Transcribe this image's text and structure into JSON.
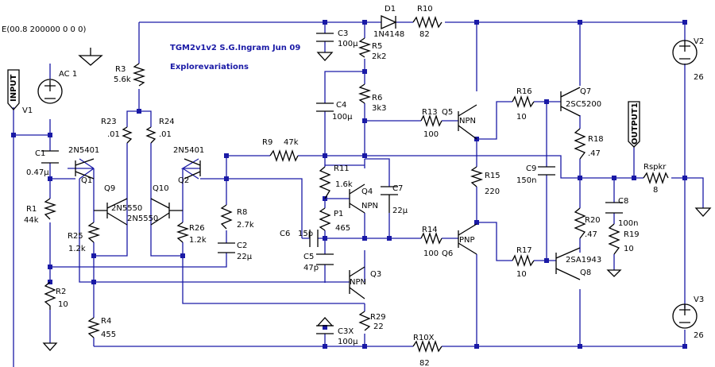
{
  "notes": {
    "source": "E(00.8 200000 0 0 0)",
    "title": "TGM2v1v2 S.G.Ingram Jun 09",
    "subtitle": "Explorevariations"
  },
  "nets": {
    "input": "INPUT",
    "output": "OUTPUT1"
  },
  "components": [
    {
      "id": "ac1",
      "name": "AC 1"
    },
    {
      "id": "v1",
      "name": "V1"
    },
    {
      "id": "v2",
      "name": "V2",
      "value": "26"
    },
    {
      "id": "v3",
      "name": "V3",
      "value": "26"
    },
    {
      "id": "d1",
      "name": "D1",
      "value": "1N4148"
    },
    {
      "id": "r10",
      "name": "R10",
      "value": "82"
    },
    {
      "id": "r10x",
      "name": "R10X",
      "value": "82"
    },
    {
      "id": "c3",
      "name": "C3",
      "value": "100µ"
    },
    {
      "id": "c3x",
      "name": "C3X",
      "value": "100µ"
    },
    {
      "id": "r3",
      "name": "R3",
      "value": "5.6k"
    },
    {
      "id": "r5",
      "name": "R5",
      "value": "2k2"
    },
    {
      "id": "r6",
      "name": "R6",
      "value": "3k3"
    },
    {
      "id": "c4",
      "name": "C4",
      "value": "100µ"
    },
    {
      "id": "r23",
      "name": "R23",
      "value": ".01"
    },
    {
      "id": "r24",
      "name": "R24",
      "value": ".01"
    },
    {
      "id": "r9",
      "name": "R9",
      "value": "47k"
    },
    {
      "id": "r13",
      "name": "R13",
      "value": "100"
    },
    {
      "id": "r16",
      "name": "R16",
      "value": "10"
    },
    {
      "id": "r18",
      "name": "R18",
      "value": ".47"
    },
    {
      "id": "c1",
      "name": "C1",
      "value": "0.47µ"
    },
    {
      "id": "r1",
      "name": "R1",
      "value": "44k"
    },
    {
      "id": "r2",
      "name": "R2",
      "value": "10"
    },
    {
      "id": "r4",
      "name": "R4",
      "value": "455"
    },
    {
      "id": "r25",
      "name": "R25",
      "value": "1.2k"
    },
    {
      "id": "r26",
      "name": "R26",
      "value": "1.2k"
    },
    {
      "id": "r8",
      "name": "R8",
      "value": "2.7k"
    },
    {
      "id": "c2",
      "name": "C2",
      "value": "22µ"
    },
    {
      "id": "c6",
      "name": "C6",
      "value": "15p"
    },
    {
      "id": "c5",
      "name": "C5",
      "value": "47p"
    },
    {
      "id": "r11",
      "name": "R11",
      "value": "1.6k"
    },
    {
      "id": "p1",
      "name": "P1",
      "value": "465"
    },
    {
      "id": "c7",
      "name": "C7",
      "value": "22µ"
    },
    {
      "id": "r14",
      "name": "R14",
      "value": "100"
    },
    {
      "id": "r15",
      "name": "R15",
      "value": "220"
    },
    {
      "id": "c9",
      "name": "C9",
      "value": "150n"
    },
    {
      "id": "r17",
      "name": "R17",
      "value": "10"
    },
    {
      "id": "r20",
      "name": "R20",
      "value": ".47"
    },
    {
      "id": "rspkr",
      "name": "Rspkr",
      "value": "8"
    },
    {
      "id": "c8",
      "name": "C8",
      "value": "100n"
    },
    {
      "id": "r19",
      "name": "R19",
      "value": "10"
    },
    {
      "id": "r29",
      "name": "R29",
      "value": "22"
    },
    {
      "id": "q1",
      "name": "Q1",
      "value": "2N5401"
    },
    {
      "id": "q2",
      "name": "Q2",
      "value": "2N5401"
    },
    {
      "id": "q9",
      "name": "Q9",
      "value": "2N5550"
    },
    {
      "id": "q10",
      "name": "Q10",
      "value": "2N5550"
    },
    {
      "id": "q3",
      "name": "Q3",
      "value": "NPN"
    },
    {
      "id": "q4",
      "name": "Q4",
      "value": "NPN"
    },
    {
      "id": "q5",
      "name": "Q5",
      "value": "NPN"
    },
    {
      "id": "q6",
      "name": "Q6",
      "value": "PNP"
    },
    {
      "id": "q7",
      "name": "Q7",
      "value": "2SC5200"
    },
    {
      "id": "q8",
      "name": "Q8",
      "value": "2SA1943"
    }
  ]
}
